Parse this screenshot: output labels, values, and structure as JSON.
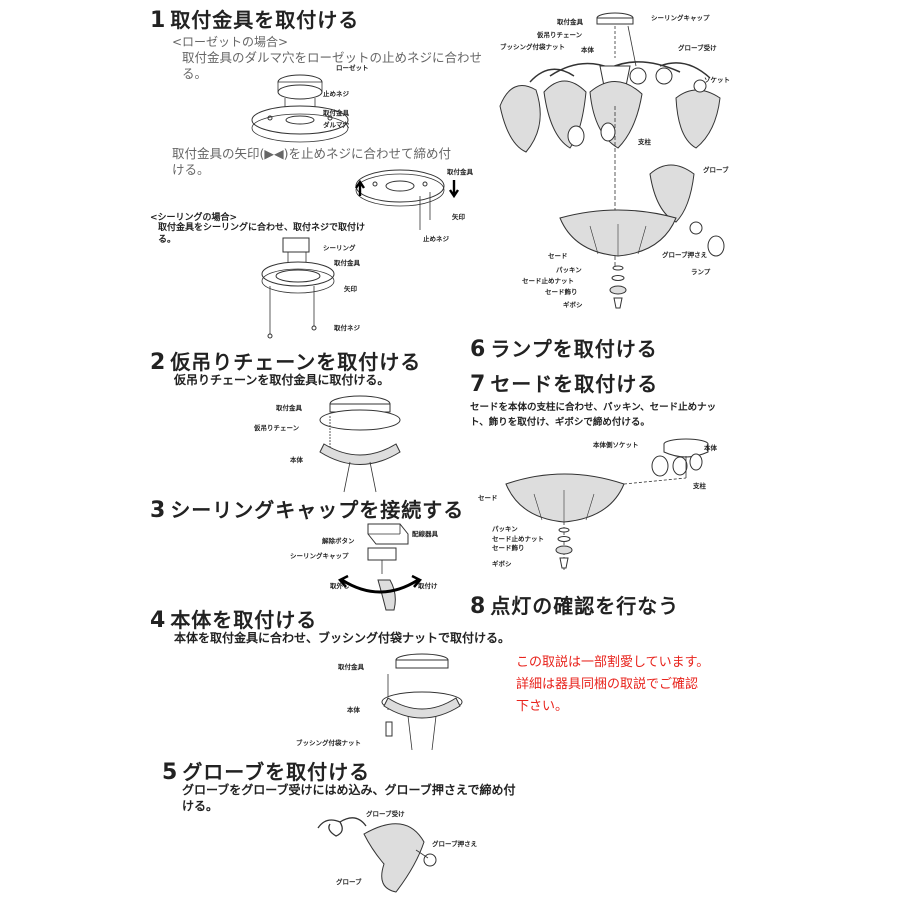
{
  "s1": {
    "num": "1",
    "title": "取付金具を取付ける",
    "rosette_heading": "<ローゼットの場合>",
    "rosette_text1": "取付金具のダルマ穴をローゼットの止めネジに合わせる。",
    "rosette_text2": "取付金具の矢印(▶◀)を止めネジに合わせて締め付ける。",
    "lbl_rosette": "ローゼット",
    "lbl_screw": "止めネジ",
    "lbl_bracket": "取付金具",
    "lbl_keyhole": "ダルマ穴",
    "lbl_bracket2": "取付金具",
    "lbl_arrow": "矢印",
    "lbl_screw2": "止めネジ",
    "ceiling_heading": "<シーリングの場合>",
    "ceiling_text": "取付金具をシーリングに合わせ、取付ネジで取付ける。",
    "lbl_ceiling": "シーリング",
    "lbl_bracket3": "取付金具",
    "lbl_arrow2": "矢印",
    "lbl_fix_screw": "取付ネジ"
  },
  "s2": {
    "num": "2",
    "title": "仮吊りチェーンを取付ける",
    "text": "仮吊りチェーンを取付金具に取付ける。",
    "lbl_bracket": "取付金具",
    "lbl_chain": "仮吊りチェーン",
    "lbl_body": "本体"
  },
  "s3": {
    "num": "3",
    "title": "シーリングキャップを接続する",
    "lbl_release": "解除ボタン",
    "lbl_wiring": "配線器具",
    "lbl_cap": "シーリングキャップ",
    "lbl_remove": "取外し",
    "lbl_attach": "取付け"
  },
  "s4": {
    "num": "4",
    "title": "本体を取付ける",
    "text": "本体を取付金具に合わせ、ブッシング付袋ナットで取付ける。",
    "lbl_bracket": "取付金具",
    "lbl_body": "本体",
    "lbl_nut": "ブッシング付袋ナット"
  },
  "s5": {
    "num": "5",
    "title": "グローブを取付ける",
    "text": "グローブをグローブ受けにはめ込み、グローブ押さえで締め付ける。",
    "lbl_holder": "グローブ受け",
    "lbl_presser": "グローブ押さえ",
    "lbl_globe": "グローブ"
  },
  "s6": {
    "num": "6",
    "title": "ランプを取付ける"
  },
  "s7": {
    "num": "7",
    "title": "セードを取付ける",
    "text": "セードを本体の支柱に合わせ、パッキン、セード止めナット、飾りを取付け、ギボシで締め付ける。",
    "lbl_socket": "本体側ソケット",
    "lbl_body": "本体",
    "lbl_pillar": "支柱",
    "lbl_shade": "セード",
    "lbl_packing": "パッキン",
    "lbl_nut": "セード止めナット",
    "lbl_deco": "セード飾り",
    "lbl_giboshi": "ギボシ"
  },
  "s8": {
    "num": "8",
    "title": "点灯の確認を行なう"
  },
  "exploded": {
    "lbl_bracket": "取付金具",
    "lbl_chain": "仮吊りチェーン",
    "lbl_nut": "ブッシング付袋ナット",
    "lbl_body": "本体",
    "lbl_cap": "シーリングキャップ",
    "lbl_holder": "グローブ受け",
    "lbl_socket": "ソケット",
    "lbl_pillar": "支柱",
    "lbl_globe": "グローブ",
    "lbl_presser": "グローブ押さえ",
    "lbl_lamp": "ランプ",
    "lbl_shade": "セード",
    "lbl_packing": "パッキン",
    "lbl_shade_nut": "セード止めナット",
    "lbl_deco": "セード飾り",
    "lbl_giboshi": "ギボシ"
  },
  "note": {
    "line1": "この取説は一部割愛しています。",
    "line2": "詳細は器具同梱の取説でご確認",
    "line3": "下さい。",
    "color": "#e8231c"
  }
}
